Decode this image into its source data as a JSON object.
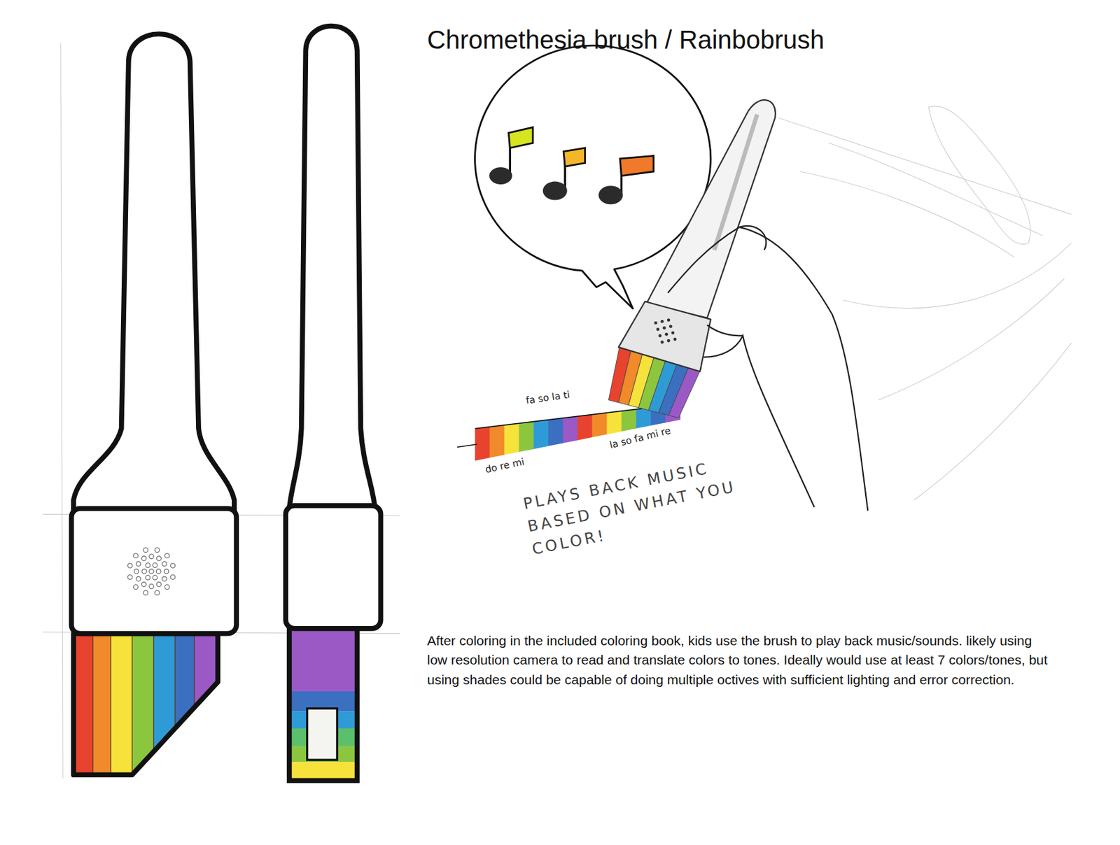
{
  "diagram": {
    "title": "Chromethesia brush / Rainbobrush",
    "labels": [
      "fa so la ti",
      "do re mi",
      "la so fa mi re",
      "PLAYS BACK MUSIC BASED ON WHAT YOU COLOR!",
      "After coloring in the included coloring book, kids use the brush to play back music/sounds. likely using low resolution camera to read and translate colors to tones. Ideally would use at least 7 colors/tones, but using shades could be capable of doing multiple octives with sufficient lighting and error correction."
    ]
  }
}
